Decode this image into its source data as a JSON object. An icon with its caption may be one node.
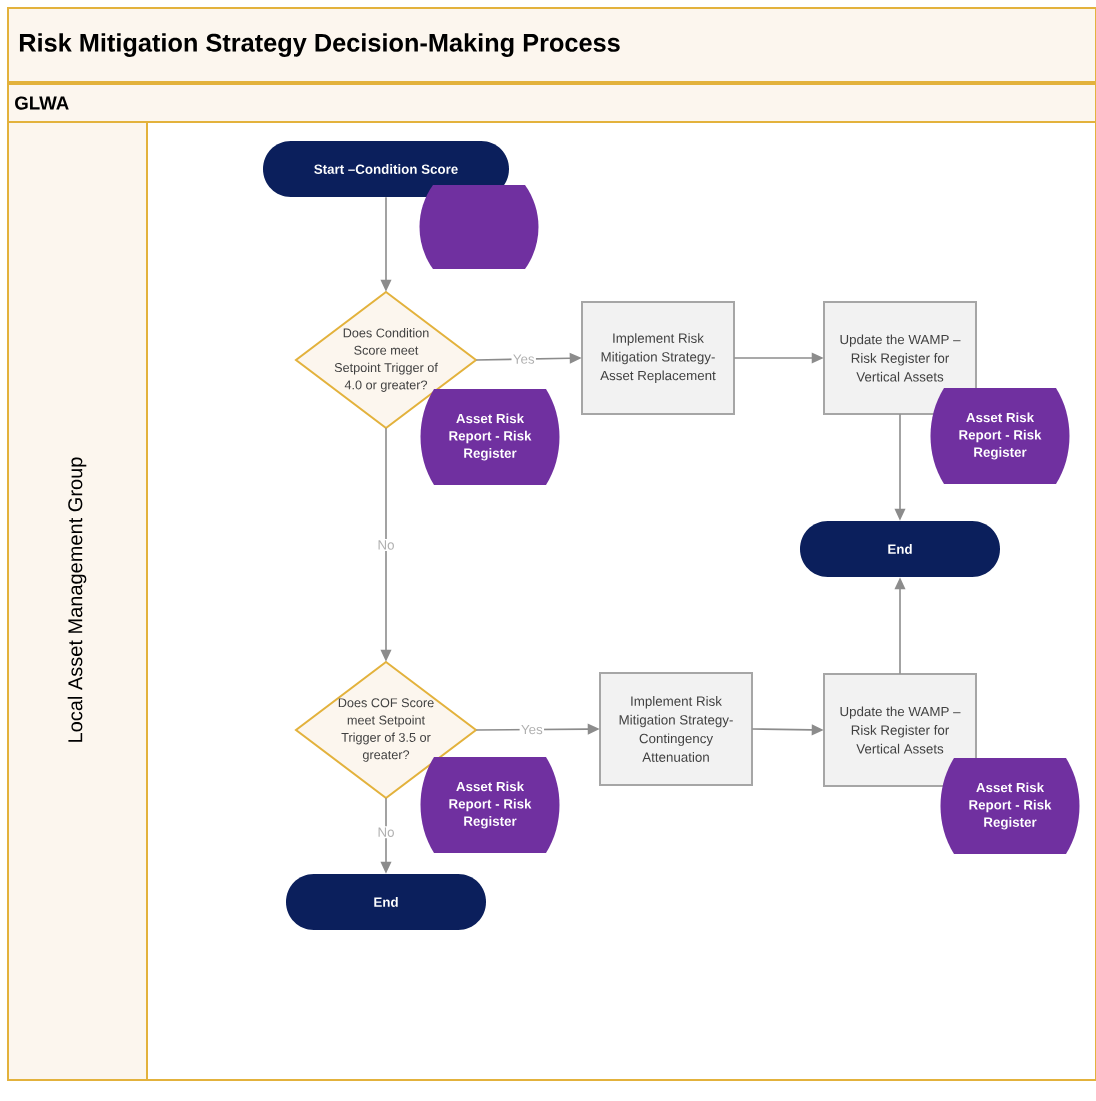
{
  "diagram": {
    "title": "Risk Mitigation Strategy Decision-Making Process",
    "nodes": [
      {
        "text": [
          "GLWA"
        ]
      },
      {
        "text": [
          "Local Asset Management Group"
        ],
        "in": 0
      },
      {
        "text": [
          "Start –Condition Score"
        ],
        "in": 1
      },
      {
        "text": [],
        "shape": "document",
        "in": 1
      },
      {
        "text": [
          "Does Condition Score meet Setpoint Trigger of 4.0 or greater?"
        ],
        "in": 1
      },
      {
        "text": [
          "Asset Risk Report - Risk Register"
        ],
        "in": 1
      },
      {
        "text": [
          "Implement Risk Mitigation Strategy- Asset Replacement"
        ],
        "in": 1
      },
      {
        "text": [
          "Update the WAMP – Risk Register for Vertical Assets"
        ],
        "in": 1
      },
      {
        "text": [
          "Asset Risk Report - Risk Register"
        ],
        "in": 1
      },
      {
        "text": [
          "End"
        ],
        "in": 1
      },
      {
        "text": [
          "Does COF Score meet Setpoint Trigger of 3.5 or greater?"
        ],
        "in": 1
      },
      {
        "text": [
          "Asset Risk Report - Risk Register"
        ],
        "in": 1
      },
      {
        "text": [
          "Implement Risk Mitigation Strategy- Contingency Attenuation"
        ],
        "in": 1
      },
      {
        "text": [
          "Update the WAMP – Risk Register for Vertical Assets"
        ],
        "in": 1
      },
      {
        "text": [
          "Asset Risk Report - Risk Register"
        ],
        "in": 1
      },
      {
        "text": [
          "End"
        ],
        "in": 1
      }
    ],
    "edges": [
      {
        "from": 2,
        "to": 4,
        "arrow": "to"
      },
      {
        "from": 4,
        "to": 6,
        "arrow": "to",
        "label": "Yes"
      },
      {
        "from": 6,
        "to": 7,
        "arrow": "to"
      },
      {
        "from": 7,
        "to": 9,
        "arrow": "to"
      },
      {
        "from": 4,
        "to": 10,
        "arrow": "to",
        "label": "No"
      },
      {
        "from": 10,
        "to": 12,
        "arrow": "to",
        "label": "Yes"
      },
      {
        "from": 12,
        "to": 13,
        "arrow": "to"
      },
      {
        "from": 13,
        "to": 9,
        "arrow": "to"
      },
      {
        "from": 10,
        "to": 15,
        "arrow": "to",
        "label": "No"
      }
    ]
  }
}
